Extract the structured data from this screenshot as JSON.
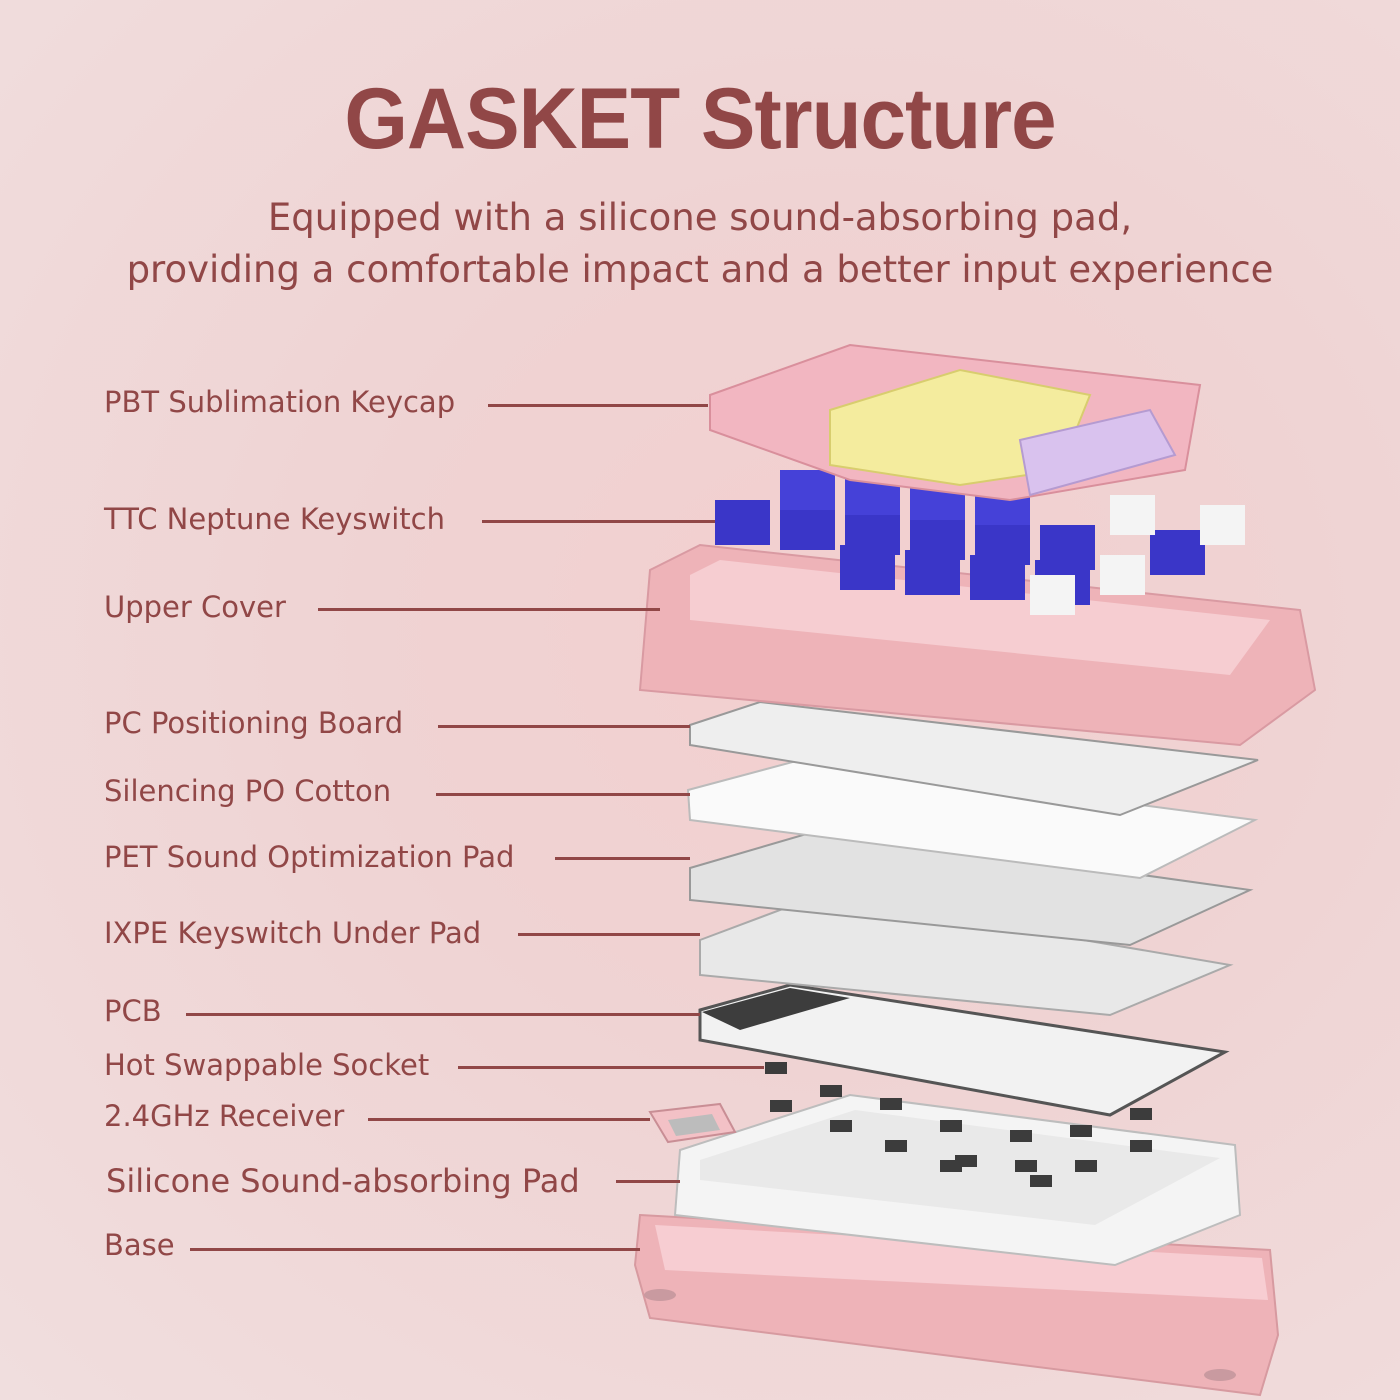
{
  "title": "GASKET Structure",
  "subtitle": {
    "line1": "Equipped with a silicone sound-absorbing pad,",
    "line2": "providing a comfortable impact and a better input experience"
  },
  "layers": [
    {
      "label": "PBT Sublimation Keycap"
    },
    {
      "label": "TTC Neptune Keyswitch"
    },
    {
      "label": "Upper Cover"
    },
    {
      "label": "PC Positioning Board"
    },
    {
      "label": "Silencing PO Cotton"
    },
    {
      "label": "PET Sound Optimization Pad"
    },
    {
      "label": "IXPE Keyswitch Under Pad"
    },
    {
      "label": "PCB"
    },
    {
      "label": "Hot Swappable Socket"
    },
    {
      "label": "2.4GHz Receiver"
    },
    {
      "label": "Silicone Sound-absorbing Pad"
    },
    {
      "label": "Base"
    }
  ],
  "colors": {
    "text": "#914747",
    "keycap_pink": "#f2b6c1",
    "keycap_yellow": "#f4ec9e",
    "keycap_purple": "#d9c2ee",
    "switch_blue": "#3a36c8",
    "cover_pink": "#eeb3b8",
    "plate_white": "#f4f4f4",
    "pcb_gray": "#d8d8d8"
  }
}
